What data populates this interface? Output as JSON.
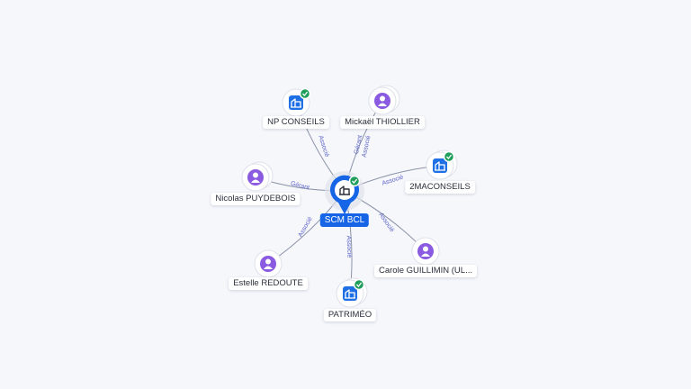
{
  "center": {
    "label": "SCM BCL",
    "icon": "building-icon",
    "verified": true
  },
  "nodes": [
    {
      "id": "np-conseils",
      "label": "NP CONSEILS",
      "type": "company",
      "icon": "building-icon",
      "verified": true,
      "edges": [
        "Associé"
      ]
    },
    {
      "id": "mickael-thiollier",
      "label": "Mickaël THIOLLIER",
      "type": "person",
      "icon": "person-icon",
      "verified": false,
      "edges": [
        "Gérant",
        "Associé"
      ]
    },
    {
      "id": "2maconseils",
      "label": "2MACONSEILS",
      "type": "company",
      "icon": "building-icon",
      "verified": true,
      "edges": [
        "Associé"
      ]
    },
    {
      "id": "nicolas-puydebois",
      "label": "Nicolas PUYDEBOIS",
      "type": "person",
      "icon": "person-icon",
      "verified": false,
      "edges": [
        "Gérant"
      ]
    },
    {
      "id": "carole-guillimin",
      "label": "Carole GUILLIMIN (UL...",
      "type": "person",
      "icon": "person-icon",
      "verified": false,
      "edges": [
        "Associé"
      ]
    },
    {
      "id": "estelle-redoute",
      "label": "Estelle REDOUTE",
      "type": "person",
      "icon": "person-icon",
      "verified": false,
      "edges": [
        "Associé"
      ]
    },
    {
      "id": "patrimeo",
      "label": "PATRIMÉO",
      "type": "company",
      "icon": "building-icon",
      "verified": true,
      "edges": [
        "Associé"
      ]
    }
  ],
  "colors": {
    "company": "#1f6fe5",
    "person": "#8a5ae0",
    "verified": "#1e9e5a",
    "edge": "#8a93a8",
    "edge_label": "#5b63c7",
    "center": "#1565e6"
  }
}
